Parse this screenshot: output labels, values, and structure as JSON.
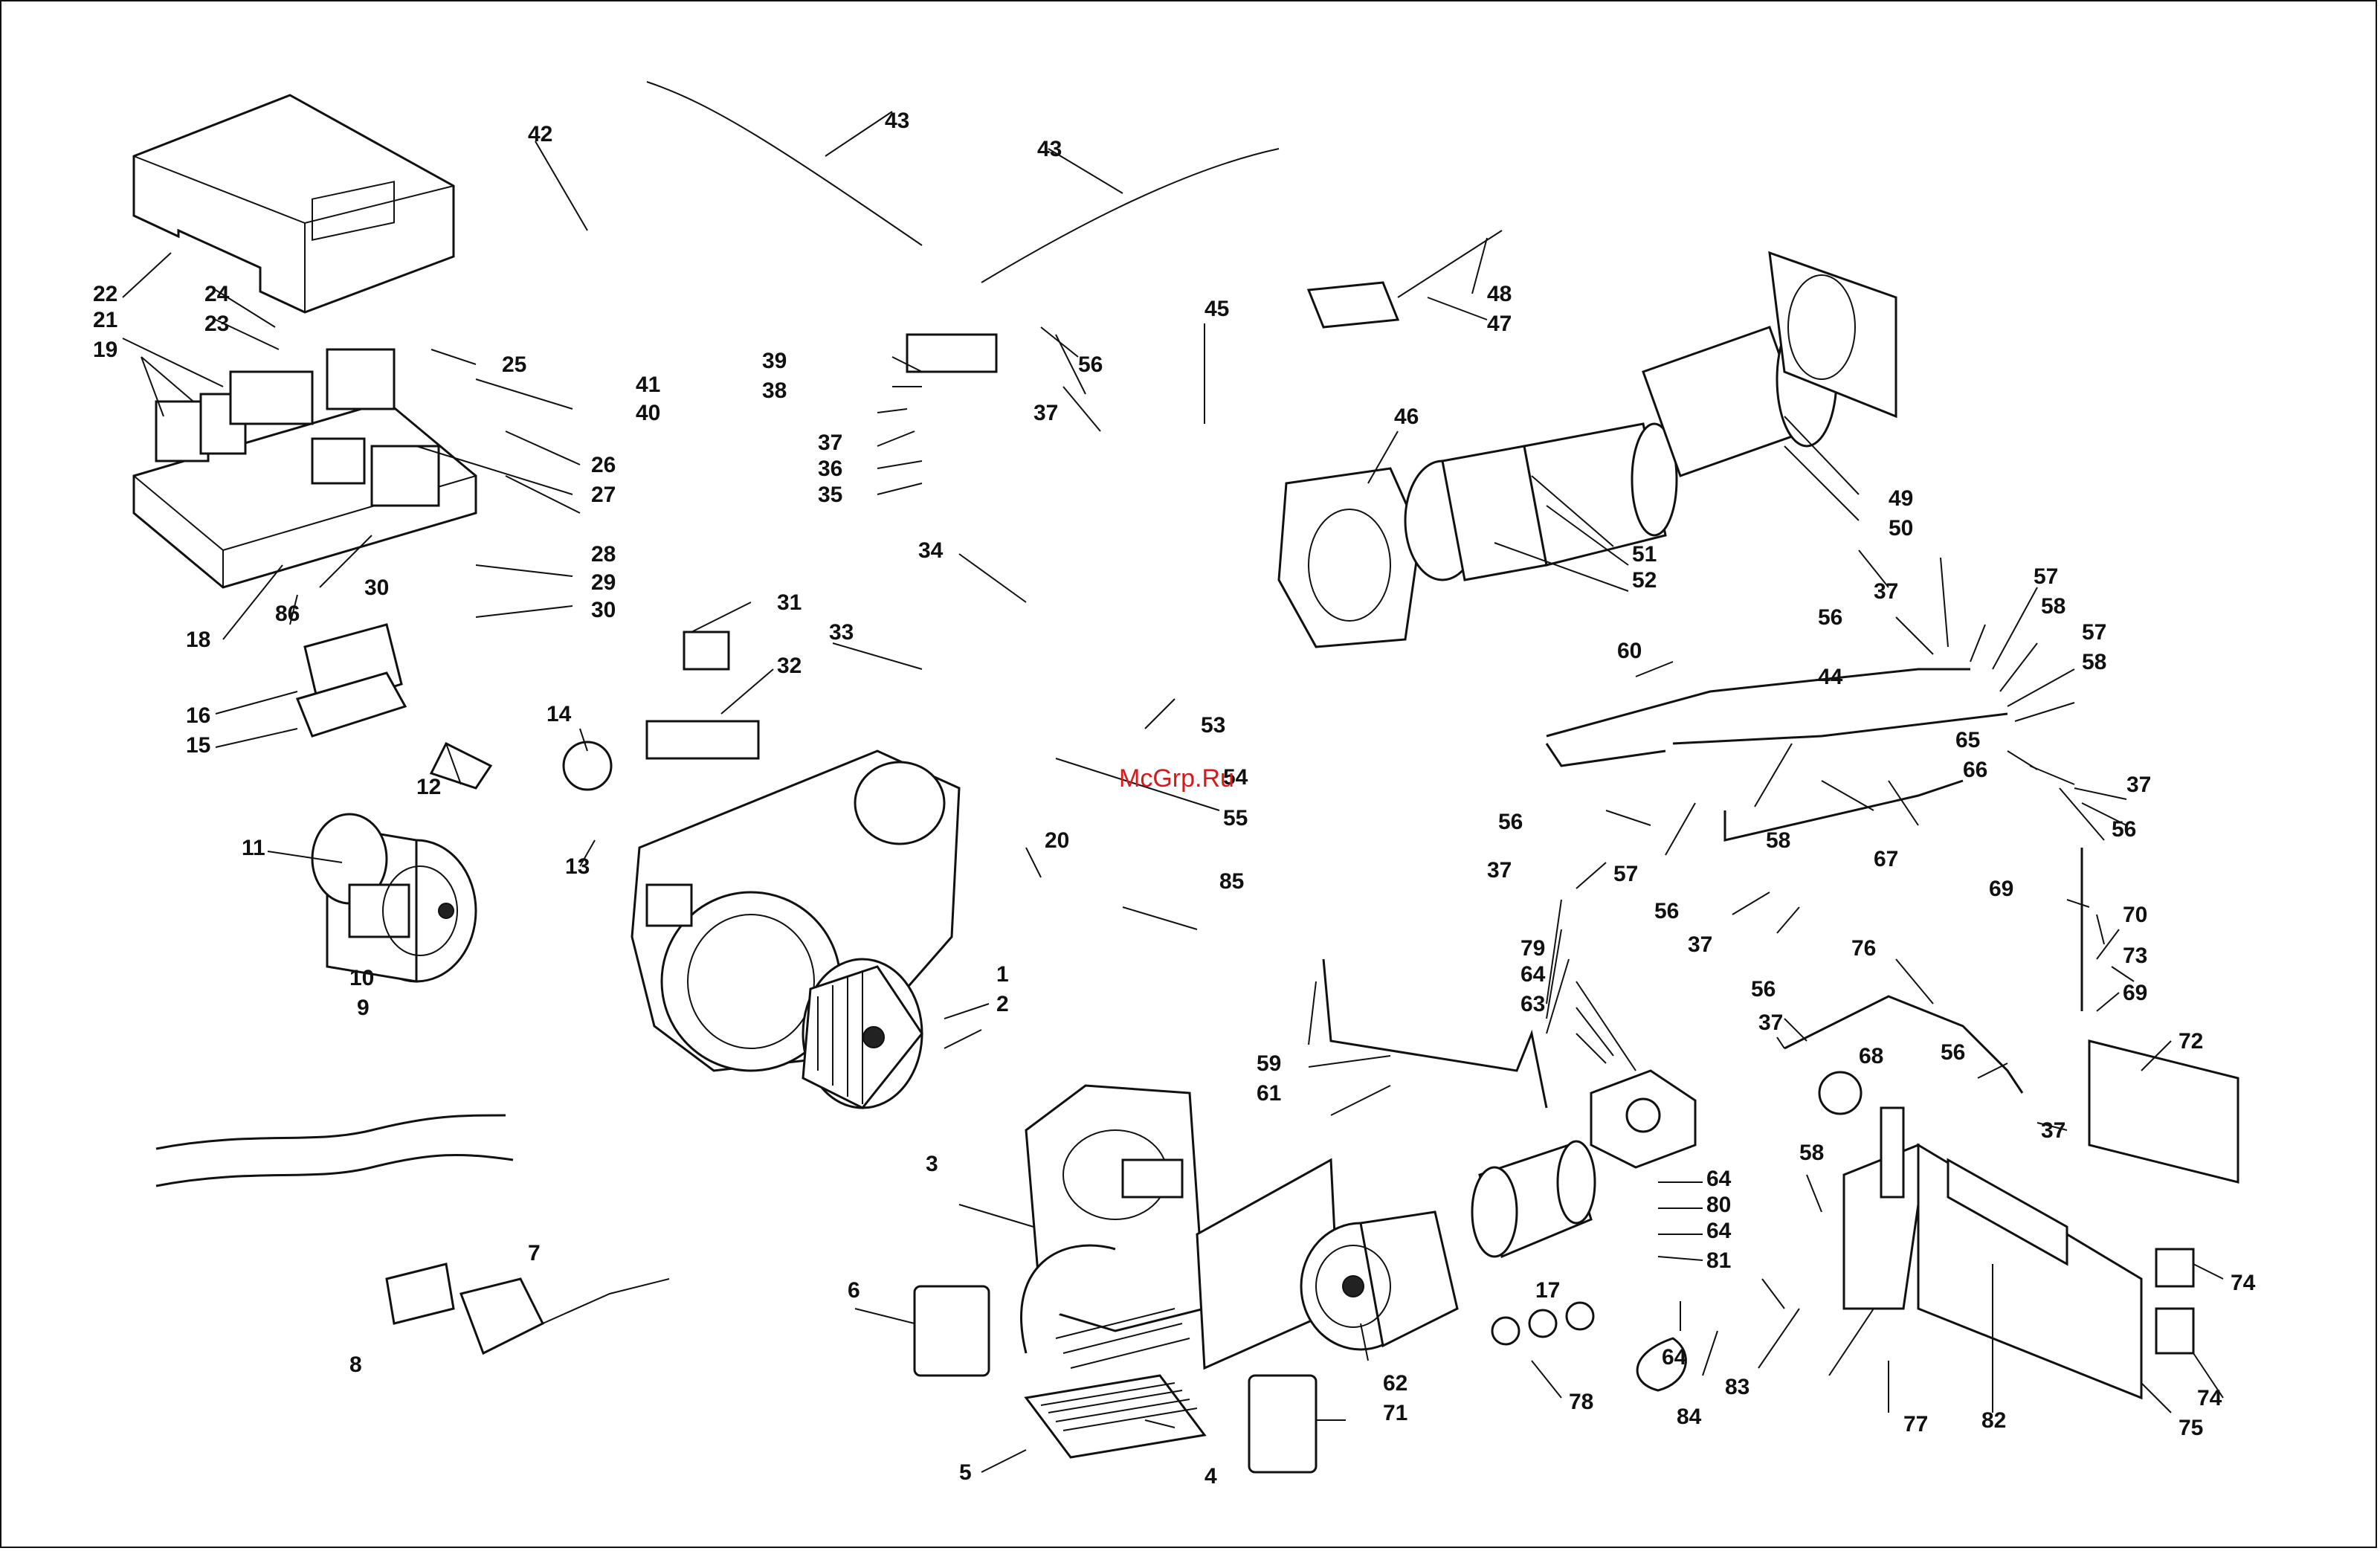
{
  "watermark": "McGrp.Ru",
  "colors": {
    "ink": "#111111",
    "watermark": "#d8191c",
    "background": "#ffffff"
  },
  "callouts": [
    {
      "id": "c1",
      "text": "1"
    },
    {
      "id": "c2",
      "text": "2"
    },
    {
      "id": "c3",
      "text": "3"
    },
    {
      "id": "c4",
      "text": "4"
    },
    {
      "id": "c5",
      "text": "5"
    },
    {
      "id": "c6",
      "text": "6"
    },
    {
      "id": "c7",
      "text": "7"
    },
    {
      "id": "c8",
      "text": "8"
    },
    {
      "id": "c9",
      "text": "9"
    },
    {
      "id": "c10",
      "text": "10"
    },
    {
      "id": "c11",
      "text": "11"
    },
    {
      "id": "c12",
      "text": "12"
    },
    {
      "id": "c13",
      "text": "13"
    },
    {
      "id": "c14",
      "text": "14"
    },
    {
      "id": "c15",
      "text": "15"
    },
    {
      "id": "c16",
      "text": "16"
    },
    {
      "id": "c17",
      "text": "17"
    },
    {
      "id": "c18",
      "text": "18"
    },
    {
      "id": "c19",
      "text": "19"
    },
    {
      "id": "c20",
      "text": "20"
    },
    {
      "id": "c21",
      "text": "21"
    },
    {
      "id": "c22",
      "text": "22"
    },
    {
      "id": "c23",
      "text": "23"
    },
    {
      "id": "c24",
      "text": "24"
    },
    {
      "id": "c25",
      "text": "25"
    },
    {
      "id": "c26",
      "text": "26"
    },
    {
      "id": "c27",
      "text": "27"
    },
    {
      "id": "c28",
      "text": "28"
    },
    {
      "id": "c29",
      "text": "29"
    },
    {
      "id": "c30a",
      "text": "30"
    },
    {
      "id": "c30b",
      "text": "30"
    },
    {
      "id": "c31",
      "text": "31"
    },
    {
      "id": "c32",
      "text": "32"
    },
    {
      "id": "c33",
      "text": "33"
    },
    {
      "id": "c34",
      "text": "34"
    },
    {
      "id": "c35",
      "text": "35"
    },
    {
      "id": "c36",
      "text": "36"
    },
    {
      "id": "c37a",
      "text": "37"
    },
    {
      "id": "c37b",
      "text": "37"
    },
    {
      "id": "c37c",
      "text": "37"
    },
    {
      "id": "c37d",
      "text": "37"
    },
    {
      "id": "c37e",
      "text": "37"
    },
    {
      "id": "c37f",
      "text": "37"
    },
    {
      "id": "c37g",
      "text": "37"
    },
    {
      "id": "c37h",
      "text": "37"
    },
    {
      "id": "c38",
      "text": "38"
    },
    {
      "id": "c39",
      "text": "39"
    },
    {
      "id": "c40",
      "text": "40"
    },
    {
      "id": "c41",
      "text": "41"
    },
    {
      "id": "c42",
      "text": "42"
    },
    {
      "id": "c43a",
      "text": "43"
    },
    {
      "id": "c43b",
      "text": "43"
    },
    {
      "id": "c44",
      "text": "44"
    },
    {
      "id": "c45",
      "text": "45"
    },
    {
      "id": "c46",
      "text": "46"
    },
    {
      "id": "c47",
      "text": "47"
    },
    {
      "id": "c48",
      "text": "48"
    },
    {
      "id": "c49",
      "text": "49"
    },
    {
      "id": "c50",
      "text": "50"
    },
    {
      "id": "c51",
      "text": "51"
    },
    {
      "id": "c52",
      "text": "52"
    },
    {
      "id": "c53",
      "text": "53"
    },
    {
      "id": "c54",
      "text": "54"
    },
    {
      "id": "c55",
      "text": "55"
    },
    {
      "id": "c56a",
      "text": "56"
    },
    {
      "id": "c56b",
      "text": "56"
    },
    {
      "id": "c56c",
      "text": "56"
    },
    {
      "id": "c56d",
      "text": "56"
    },
    {
      "id": "c56e",
      "text": "56"
    },
    {
      "id": "c56f",
      "text": "56"
    },
    {
      "id": "c56g",
      "text": "56"
    },
    {
      "id": "c57a",
      "text": "57"
    },
    {
      "id": "c57b",
      "text": "57"
    },
    {
      "id": "c57c",
      "text": "57"
    },
    {
      "id": "c58a",
      "text": "58"
    },
    {
      "id": "c58b",
      "text": "58"
    },
    {
      "id": "c58c",
      "text": "58"
    },
    {
      "id": "c58d",
      "text": "58"
    },
    {
      "id": "c59",
      "text": "59"
    },
    {
      "id": "c60",
      "text": "60"
    },
    {
      "id": "c61",
      "text": "61"
    },
    {
      "id": "c62",
      "text": "62"
    },
    {
      "id": "c63",
      "text": "63"
    },
    {
      "id": "c64a",
      "text": "64"
    },
    {
      "id": "c64b",
      "text": "64"
    },
    {
      "id": "c64c",
      "text": "64"
    },
    {
      "id": "c64d",
      "text": "64"
    },
    {
      "id": "c65",
      "text": "65"
    },
    {
      "id": "c66",
      "text": "66"
    },
    {
      "id": "c67",
      "text": "67"
    },
    {
      "id": "c68",
      "text": "68"
    },
    {
      "id": "c69a",
      "text": "69"
    },
    {
      "id": "c69b",
      "text": "69"
    },
    {
      "id": "c70",
      "text": "70"
    },
    {
      "id": "c71",
      "text": "71"
    },
    {
      "id": "c72",
      "text": "72"
    },
    {
      "id": "c73",
      "text": "73"
    },
    {
      "id": "c74a",
      "text": "74"
    },
    {
      "id": "c74b",
      "text": "74"
    },
    {
      "id": "c75",
      "text": "75"
    },
    {
      "id": "c76",
      "text": "76"
    },
    {
      "id": "c77",
      "text": "77"
    },
    {
      "id": "c78",
      "text": "78"
    },
    {
      "id": "c79",
      "text": "79"
    },
    {
      "id": "c80",
      "text": "80"
    },
    {
      "id": "c81",
      "text": "81"
    },
    {
      "id": "c82",
      "text": "82"
    },
    {
      "id": "c83",
      "text": "83"
    },
    {
      "id": "c84",
      "text": "84"
    },
    {
      "id": "c85",
      "text": "85"
    },
    {
      "id": "c86",
      "text": "86"
    }
  ]
}
